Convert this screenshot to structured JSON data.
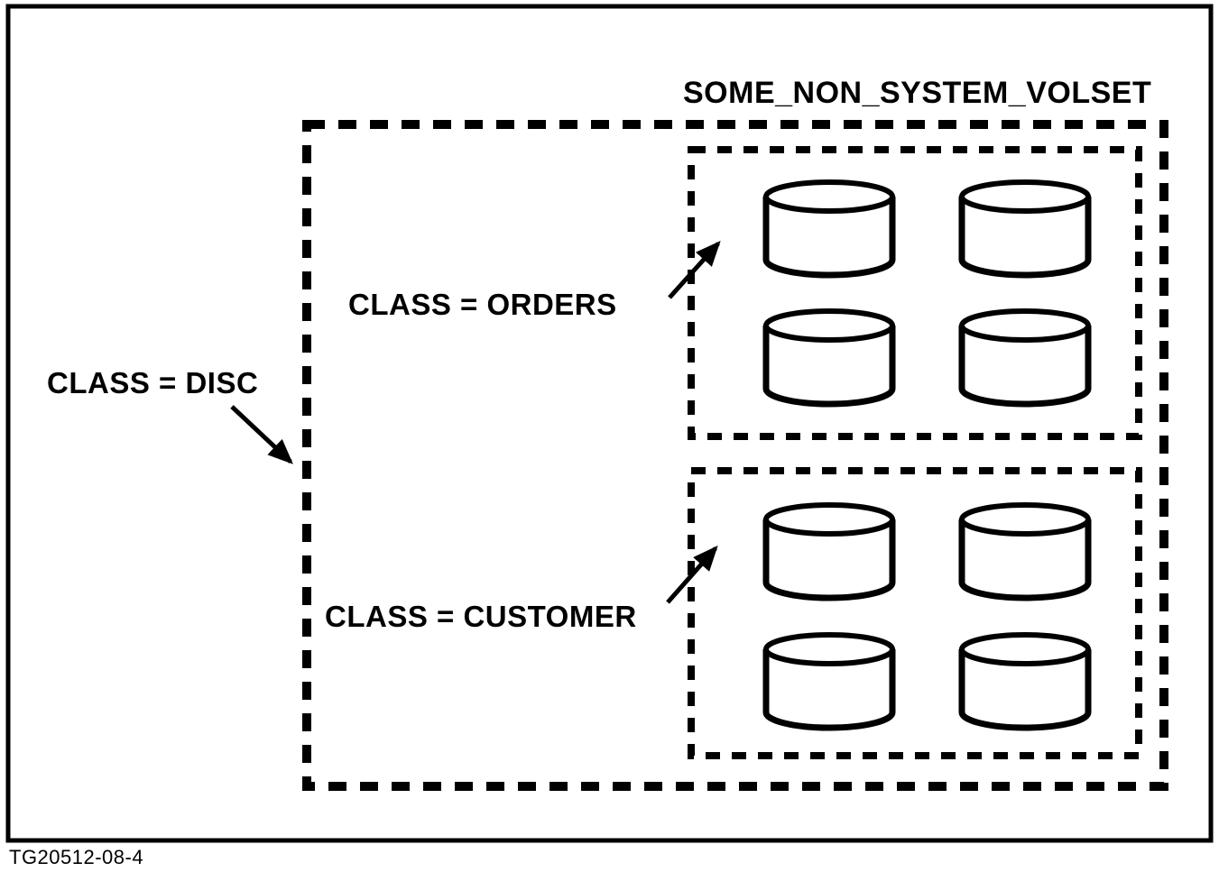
{
  "figure": {
    "title": "SOME_NON_SYSTEM_VOLSET",
    "caption": "TG20512-08-4",
    "background": "#ffffff",
    "line_color": "#000000"
  },
  "volume_class": {
    "label": "CLASS = DISC"
  },
  "groups": [
    {
      "id": "orders",
      "label": "CLASS = ORDERS",
      "disk_count": 4
    },
    {
      "id": "customer",
      "label": "CLASS = CUSTOMER",
      "disk_count": 4
    }
  ]
}
